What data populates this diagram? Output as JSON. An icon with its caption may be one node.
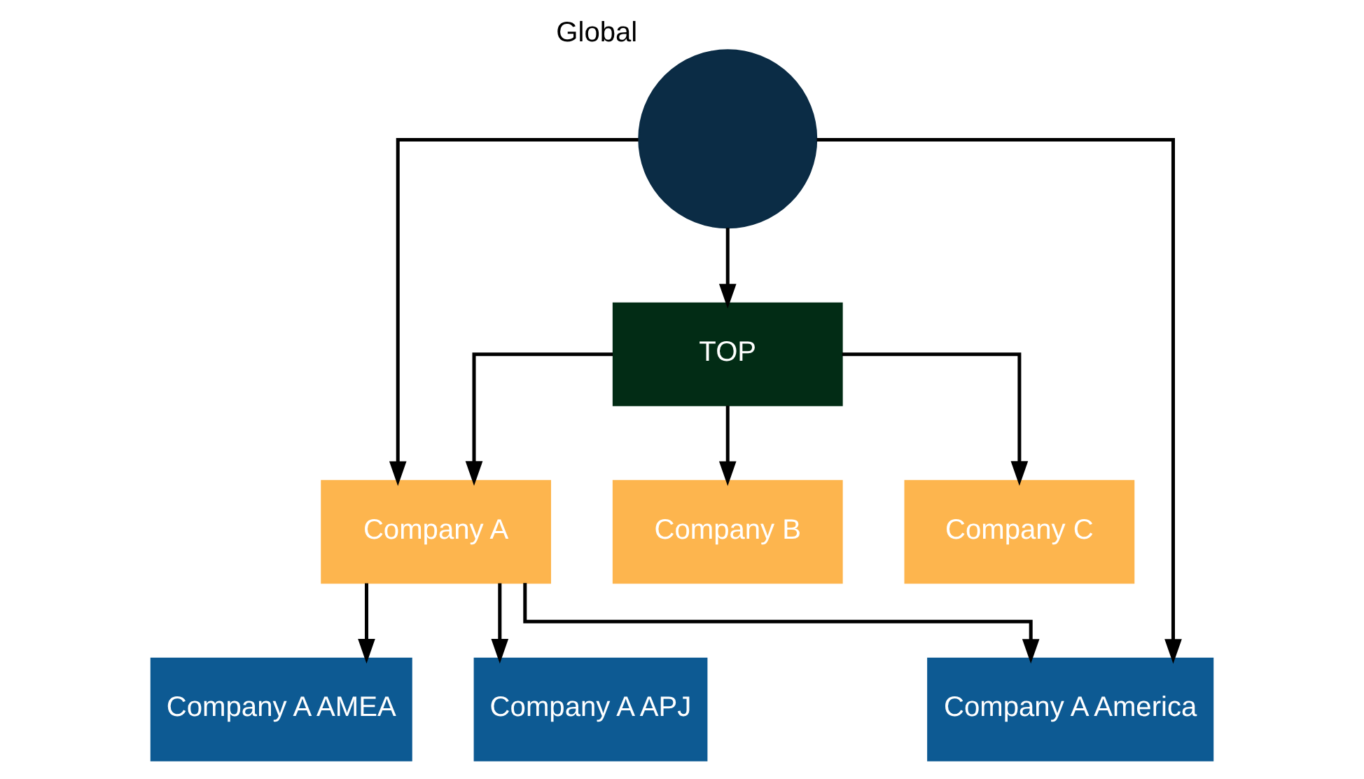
{
  "diagram": {
    "nodes": [
      {
        "text": [],
        "shape": "globe",
        "beside": [
          "Global"
        ]
      },
      {
        "text": [
          "TOP"
        ]
      },
      {
        "text": [
          "Company A"
        ]
      },
      {
        "text": [
          "Company B"
        ]
      },
      {
        "text": [
          "Company C"
        ]
      },
      {
        "text": [
          "Company A America"
        ]
      },
      {
        "text": [
          "Company A AMEA"
        ]
      },
      {
        "text": [
          "Company A APJ"
        ]
      }
    ],
    "edges": [
      {
        "from": 0,
        "to": 1,
        "arrow": "to"
      },
      {
        "from": 0,
        "to": 2,
        "arrow": "to"
      },
      {
        "from": 0,
        "to": 5,
        "arrow": "to"
      },
      {
        "from": 1,
        "to": 2,
        "arrow": "to"
      },
      {
        "from": 1,
        "to": 3,
        "arrow": "to"
      },
      {
        "from": 1,
        "to": 4,
        "arrow": "to"
      },
      {
        "from": 2,
        "to": 5,
        "arrow": "to"
      },
      {
        "from": 2,
        "to": 6,
        "arrow": "to"
      },
      {
        "from": 2,
        "to": 7,
        "arrow": "to"
      }
    ]
  }
}
